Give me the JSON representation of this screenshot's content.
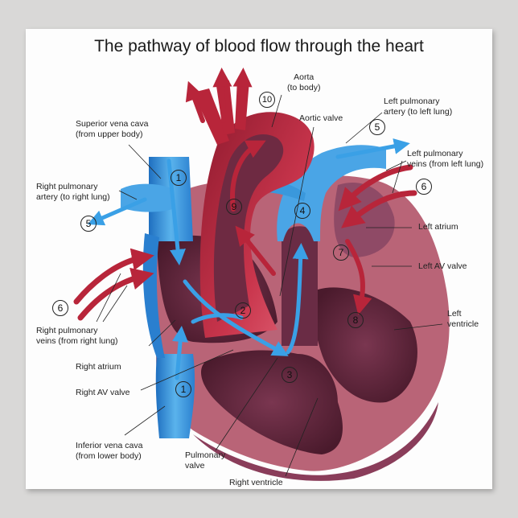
{
  "title": "The pathway of blood flow through the heart",
  "colors": {
    "deoxygenated": "#2f8fd8",
    "oxygenated": "#b8253a",
    "muscle": "#c4707f",
    "chamber": "#5a2438",
    "background": "#fdfdfd"
  },
  "labels": {
    "aorta": [
      "Aorta",
      "(to body)"
    ],
    "aortic_valve": [
      "Aortic valve"
    ],
    "left_pulmonary_artery": [
      "Left pulmonary",
      "artery (to left lung)"
    ],
    "left_pulmonary_veins": [
      "Left pulmonary",
      "veins (from left lung)"
    ],
    "left_atrium": [
      "Left atrium"
    ],
    "left_av_valve": [
      "Left AV valve"
    ],
    "left_ventricle": [
      "Left",
      "ventricle"
    ],
    "superior_vena_cava": [
      "Superior vena cava",
      "(from upper body)"
    ],
    "right_pulmonary_artery": [
      "Right pulmonary",
      "artery (to right lung)"
    ],
    "right_pulmonary_veins": [
      "Right pulmonary",
      "veins (from right lung)"
    ],
    "right_atrium": [
      "Right atrium"
    ],
    "right_av_valve": [
      "Right AV valve"
    ],
    "inferior_vena_cava": [
      "Inferior vena cava",
      "(from lower body)"
    ],
    "pulmonary_valve": [
      "Pulmonary",
      "valve"
    ],
    "right_ventricle": [
      "Right ventricle"
    ]
  },
  "step_numbers": {
    "svc": "1",
    "ivc": "1",
    "right_atrium": "2",
    "right_ventricle": "3",
    "pulmonary_trunk": "4",
    "right_pa": "5",
    "left_pa": "5",
    "right_pv": "6",
    "left_pv": "6",
    "left_atrium": "7",
    "left_ventricle": "8",
    "aortic_arch": "9",
    "aorta": "10"
  }
}
